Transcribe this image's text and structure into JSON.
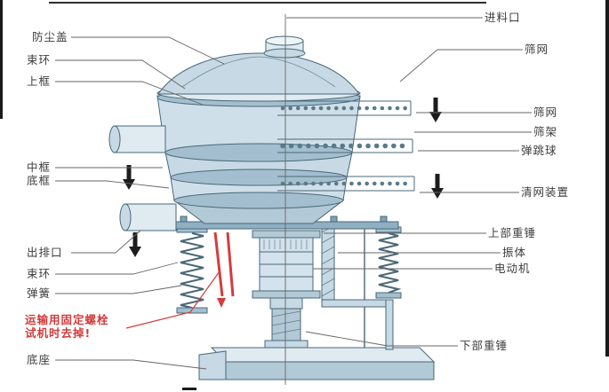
{
  "colors": {
    "machine_light": "#dfeaf1",
    "machine_mid": "#c6d9e4",
    "machine_dark": "#a3bfcf",
    "outline": "#4a6878",
    "warning_red": "#d43c3c",
    "leader_line": "#666666"
  },
  "labels": {
    "left": [
      {
        "id": "dust-cover",
        "text": "防尘盖"
      },
      {
        "id": "clamp-ring-top",
        "text": "束环"
      },
      {
        "id": "upper-frame",
        "text": "上框"
      },
      {
        "id": "middle-frame",
        "text": "中框"
      },
      {
        "id": "bottom-frame",
        "text": "底框"
      },
      {
        "id": "discharge-outlet",
        "text": "出排口"
      },
      {
        "id": "clamp-ring-bottom",
        "text": "束环"
      },
      {
        "id": "spring",
        "text": "弹簧"
      },
      {
        "id": "base",
        "text": "底座"
      }
    ],
    "right": [
      {
        "id": "feed-inlet",
        "text": "进料口"
      },
      {
        "id": "screen-mesh-upper",
        "text": "筛网"
      },
      {
        "id": "screen-mesh-lower",
        "text": "筛网"
      },
      {
        "id": "screen-frame",
        "text": "筛架"
      },
      {
        "id": "bouncing-ball",
        "text": "弹跳球"
      },
      {
        "id": "mesh-cleaning-device",
        "text": "清网装置"
      },
      {
        "id": "upper-weight",
        "text": "上部重锤"
      },
      {
        "id": "vibrating-body",
        "text": "振体"
      },
      {
        "id": "motor",
        "text": "电动机"
      },
      {
        "id": "lower-weight",
        "text": "下部重锤"
      }
    ],
    "warning": {
      "line1": "运输用固定螺栓",
      "line2": "试机时去掉!"
    }
  }
}
